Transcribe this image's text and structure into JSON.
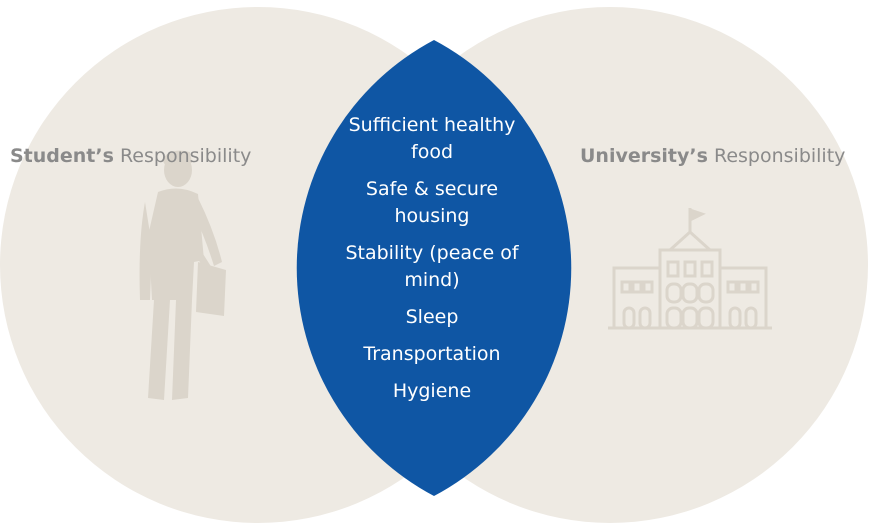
{
  "diagram": {
    "colors": {
      "circle_fill": "#eeeae3",
      "overlap_fill": "#0f56a4",
      "icon_fill": "#dbd5cb",
      "label_color": "#8a8a8a",
      "overlap_text": "#ffffff"
    },
    "left": {
      "emphasis": "Student’s",
      "rest": " Responsibility",
      "icon": "student-figure-icon"
    },
    "right": {
      "emphasis": "University’s",
      "rest": " Responsibility",
      "icon": "university-building-icon"
    },
    "overlap_items": [
      "Sufficient healthy food",
      "Safe & secure housing",
      "Stability (peace of mind)",
      "Sleep",
      "Transportation",
      "Hygiene"
    ]
  }
}
